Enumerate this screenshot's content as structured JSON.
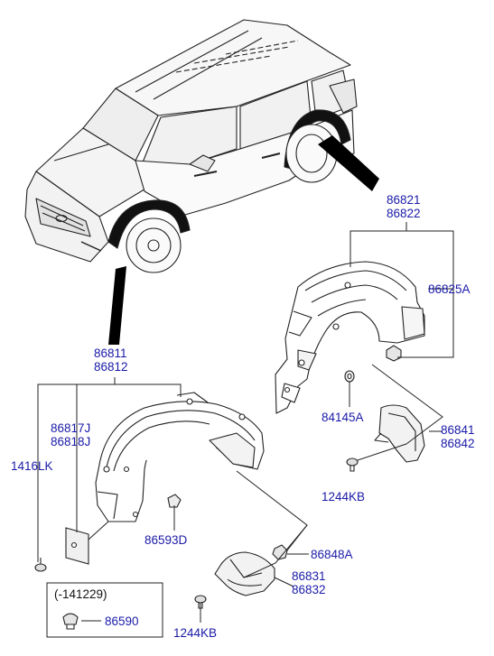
{
  "labels": {
    "rear_upper": "86821",
    "rear_lower": "86822",
    "rear_guard_bracket": "86825A",
    "front_upper": "86811",
    "front_lower": "86812",
    "front_split_upper": "86817J",
    "front_split_lower": "86818J",
    "screw_left": "1416LK",
    "clip_rear": "84145A",
    "rear_mud_upper": "86841",
    "rear_mud_lower": "86842",
    "screw_rear_mud": "1244KB",
    "clip_front": "86593D",
    "nut_front": "86848A",
    "front_mud_upper": "86831",
    "front_mud_lower": "86832",
    "screw_front_mud": "1244KB",
    "legend_period": "(-141229)",
    "legend_part": "86590"
  },
  "colors": {
    "label_blue": "#1a1aa8",
    "line": "#222222",
    "leader_black": "#000000"
  }
}
